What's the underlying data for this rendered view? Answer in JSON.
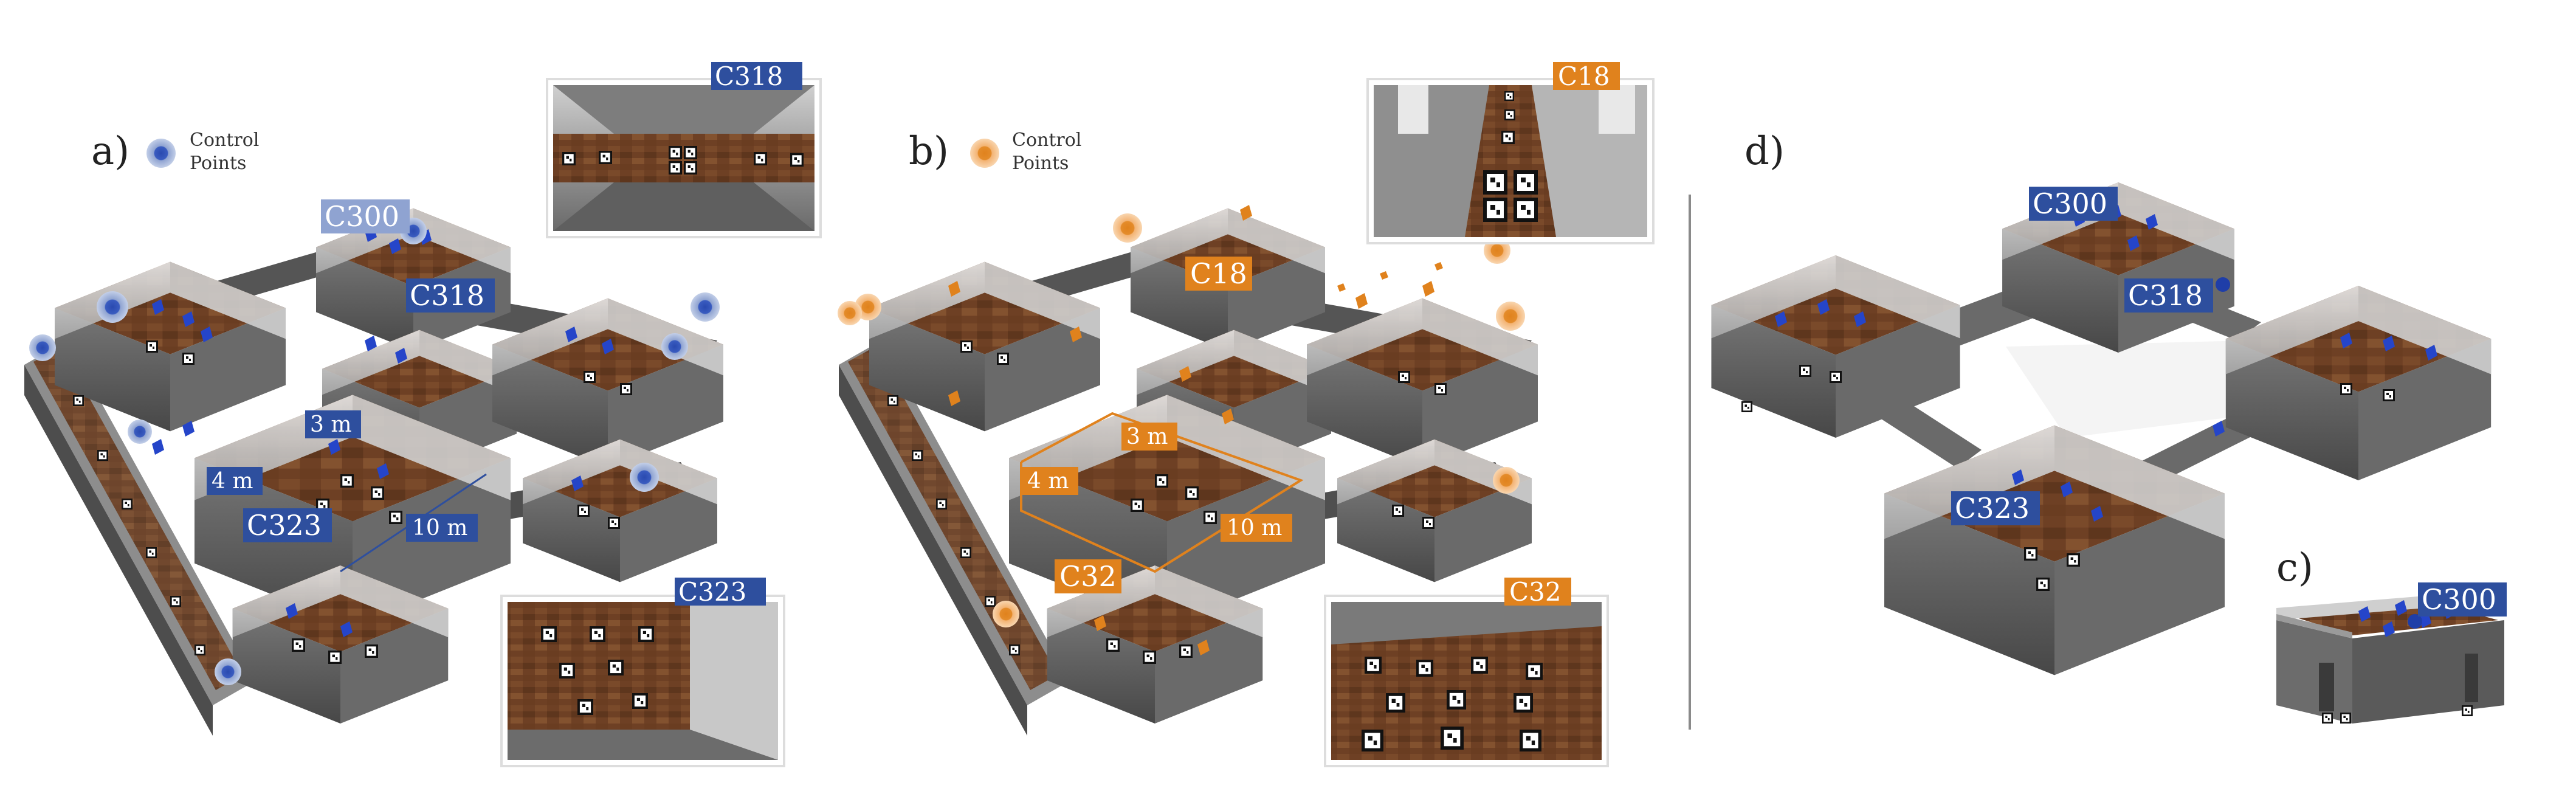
{
  "colors": {
    "blue": "#2e4f9e",
    "blue_light": "#8fa3d1",
    "orange": "#e0821d",
    "orange_light": "#f3b373",
    "wall_light": "#d8d8d8",
    "wall_dark": "#5b5b5b",
    "floor": "#6b3f22",
    "marker_blue": "#2545c9"
  },
  "panels": {
    "a": {
      "letter": "a)",
      "legend_line1": "Control",
      "legend_line2": "Points",
      "room_labels": {
        "c300": "C300",
        "c318": "C318",
        "c323": "C323"
      },
      "dims": {
        "d3": "3 m",
        "d4": "4 m",
        "d10": "10 m"
      },
      "inset_top_tag": "C318",
      "inset_bottom_tag": "C323"
    },
    "b": {
      "letter": "b)",
      "legend_line1": "Control",
      "legend_line2": "Points",
      "room_labels": {
        "c18": "C18",
        "c32": "C32"
      },
      "dims": {
        "d3": "3 m",
        "d4": "4 m",
        "d10": "10 m"
      },
      "inset_top_tag": "C18",
      "inset_bottom_tag": "C32"
    },
    "d": {
      "letter": "d)",
      "room_labels": {
        "c300": "C300",
        "c318": "C318",
        "c323": "C323"
      }
    },
    "c": {
      "letter": "c)",
      "room_label": "C300"
    }
  }
}
